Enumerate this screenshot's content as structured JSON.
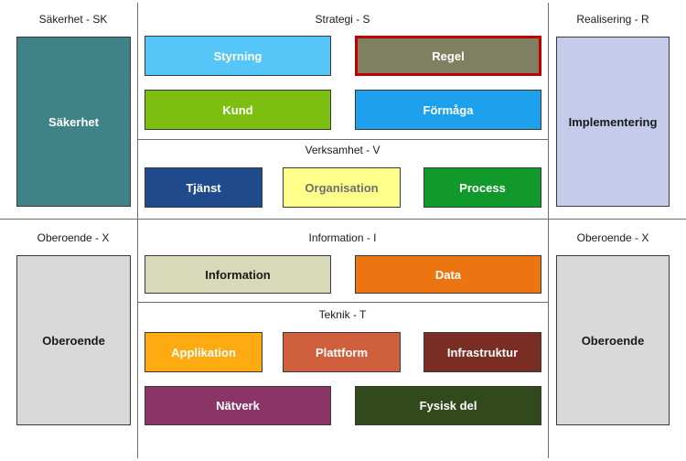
{
  "headers": {
    "sakerhet": "Säkerhet - SK",
    "strategi": "Strategi - S",
    "realisering": "Realisering - R",
    "verksamhet": "Verksamhet - V",
    "oberoende_left": "Oberoende - X",
    "information": "Information - I",
    "oberoende_right": "Oberoende - X",
    "teknik": "Teknik - T"
  },
  "boxes": {
    "sakerhet": {
      "label": "Säkerhet",
      "color": "#3f8288"
    },
    "implementering": {
      "label": "Implementering",
      "color": "#c5cbeb"
    },
    "oberoende_left": {
      "label": "Oberoende",
      "color": "#d9d9d9"
    },
    "oberoende_right": {
      "label": "Oberoende",
      "color": "#d9d9d9"
    },
    "styrning": {
      "label": "Styrning",
      "color": "#56c6f8"
    },
    "regel": {
      "label": "Regel",
      "color": "#7f7f62",
      "border": "#c00000"
    },
    "kund": {
      "label": "Kund",
      "color": "#7cbf10"
    },
    "formaga": {
      "label": "Förmåga",
      "color": "#1da1ec"
    },
    "tjanst": {
      "label": "Tjänst",
      "color": "#1f4b8c"
    },
    "organisation": {
      "label": "Organisation",
      "color": "#ffff8c"
    },
    "process": {
      "label": "Process",
      "color": "#119a2b"
    },
    "information": {
      "label": "Information",
      "color": "#d7d9b8"
    },
    "data": {
      "label": "Data",
      "color": "#ec7411"
    },
    "applikation": {
      "label": "Applikation",
      "color": "#fdab10"
    },
    "plattform": {
      "label": "Plattform",
      "color": "#cf5f3d"
    },
    "infrastruktur": {
      "label": "Infrastruktur",
      "color": "#7a2e23"
    },
    "natverk": {
      "label": "Nätverk",
      "color": "#8b3468"
    },
    "fysisk_del": {
      "label": "Fysisk del",
      "color": "#32491c"
    }
  }
}
